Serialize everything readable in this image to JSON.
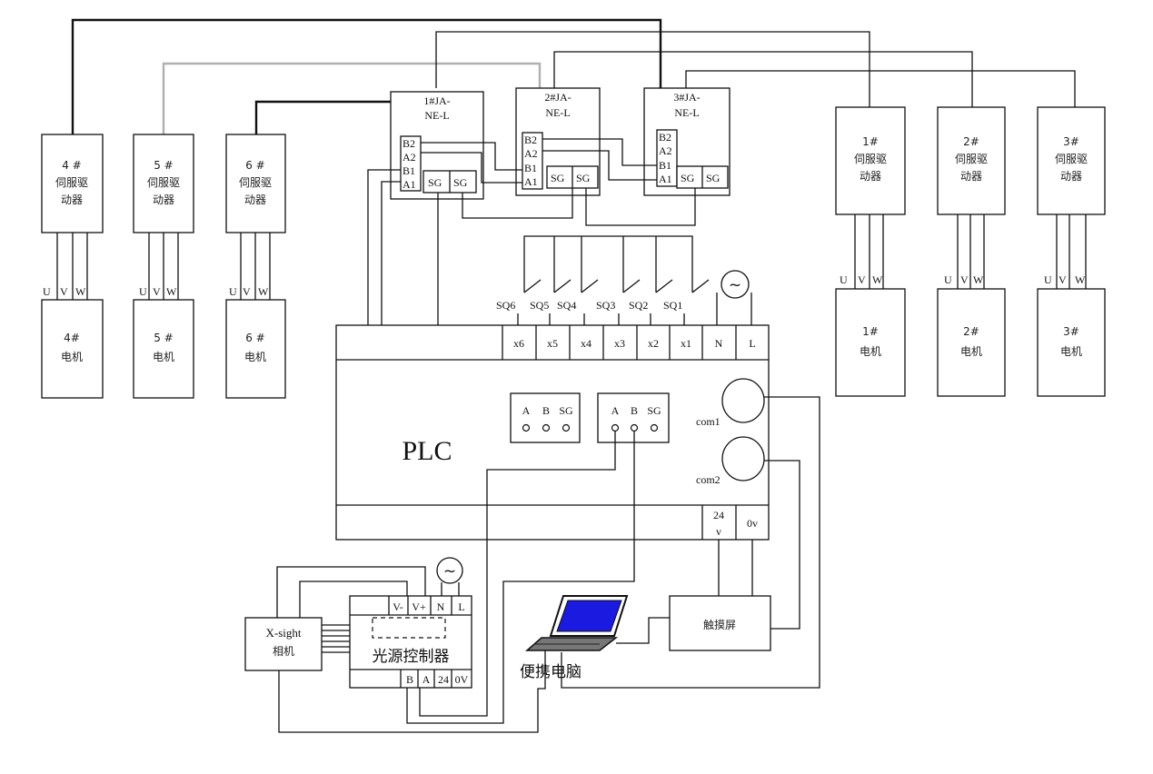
{
  "jane": [
    {
      "l1": "1#JA-",
      "l2": "NE-L"
    },
    {
      "l1": "2#JA-",
      "l2": "NE-L"
    },
    {
      "l1": "3#JA-",
      "l2": "NE-L"
    }
  ],
  "jane_terms": {
    "b2": "B2",
    "a2": "A2",
    "b1": "B1",
    "a1": "A1",
    "sg": "SG"
  },
  "drivers_left": [
    {
      "n": "4 #",
      "l1": "伺服驱",
      "l2": "动器"
    },
    {
      "n": "5 #",
      "l1": "伺服驱",
      "l2": "动器"
    },
    {
      "n": "6 #",
      "l1": "伺服驱",
      "l2": "动器"
    }
  ],
  "drivers_right": [
    {
      "n": "1#",
      "l1": "伺服驱",
      "l2": "动器"
    },
    {
      "n": "2#",
      "l1": "伺服驱",
      "l2": "动器"
    },
    {
      "n": "3#",
      "l1": "伺服驱",
      "l2": "动器"
    }
  ],
  "motors_left": [
    {
      "n": "4#",
      "l": "电机"
    },
    {
      "n": "5 #",
      "l": "电机"
    },
    {
      "n": "6 #",
      "l": "电机"
    }
  ],
  "motors_right": [
    {
      "n": "1#",
      "l": "电机"
    },
    {
      "n": "2#",
      "l": "电机"
    },
    {
      "n": "3#",
      "l": "电机"
    }
  ],
  "uvw": {
    "u": "U",
    "v": "V",
    "w": "W"
  },
  "switches": [
    "SQ6",
    "SQ5",
    "SQ4",
    "SQ3",
    "SQ2",
    "SQ1"
  ],
  "plc": {
    "title": "PLC",
    "inputs": [
      "x6",
      "x5",
      "x4",
      "x3",
      "x2",
      "x1",
      "N",
      "L"
    ],
    "port1": {
      "a": "A",
      "b": "B",
      "sg": "SG"
    },
    "port2": {
      "a": "A",
      "b": "B",
      "sg": "SG"
    },
    "com1": "com1",
    "com2": "com2",
    "p24_1": "24",
    "p24_2": "v",
    "p0v": "0v"
  },
  "camera": {
    "l1": "X-sight",
    "l2": "相机"
  },
  "light": {
    "title": "光源控制器",
    "top": [
      "V-",
      "V+",
      "N",
      "L"
    ],
    "bottom": [
      "B",
      "A",
      "24",
      "0V"
    ]
  },
  "laptop": {
    "label": "便携电脑"
  },
  "hmi": {
    "label": "触摸屏"
  },
  "ac_symbol": "~"
}
